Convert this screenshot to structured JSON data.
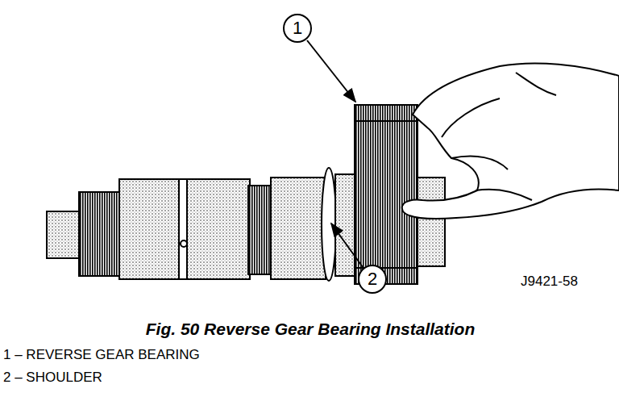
{
  "diagram": {
    "caption": "Fig. 50 Reverse Gear Bearing Installation",
    "nodes": [
      {
        "text": [
          "1"
        ]
      },
      {
        "text": [
          "2"
        ]
      }
    ],
    "labels": [
      "J9421-58",
      "1 – REVERSE GEAR BEARING",
      "2 – SHOULDER"
    ]
  }
}
